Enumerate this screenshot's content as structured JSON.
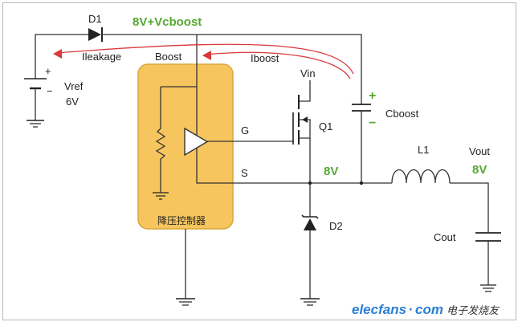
{
  "diagram": {
    "labels": {
      "d1": "D1",
      "boost_voltage": "8V+Vcboost",
      "ileakage": "Ileakage",
      "boost_pin": "Boost",
      "iboost": "Iboost",
      "vin": "Vin",
      "vref": "Vref",
      "vref_value": "6V",
      "plus": "+",
      "minus": "−",
      "cboost": "Cboost",
      "g_pin": "G",
      "q1": "Q1",
      "s_pin": "S",
      "node_8v": "8V",
      "l1": "L1",
      "vout": "Vout",
      "vout_value": "8V",
      "d2": "D2",
      "cout": "Cout",
      "controller": "降压控制器",
      "watermark_site": "elecfans",
      "watermark_dot": "·",
      "watermark_com": "com",
      "watermark_cn": "电子发烧友"
    },
    "colors": {
      "wire": "#333333",
      "current_arrow": "#d9383a",
      "voltage_label": "#56a832",
      "controller_fill": "#f7c55d",
      "controller_border": "#d9a63a",
      "watermark": "#2a7fd4"
    }
  }
}
